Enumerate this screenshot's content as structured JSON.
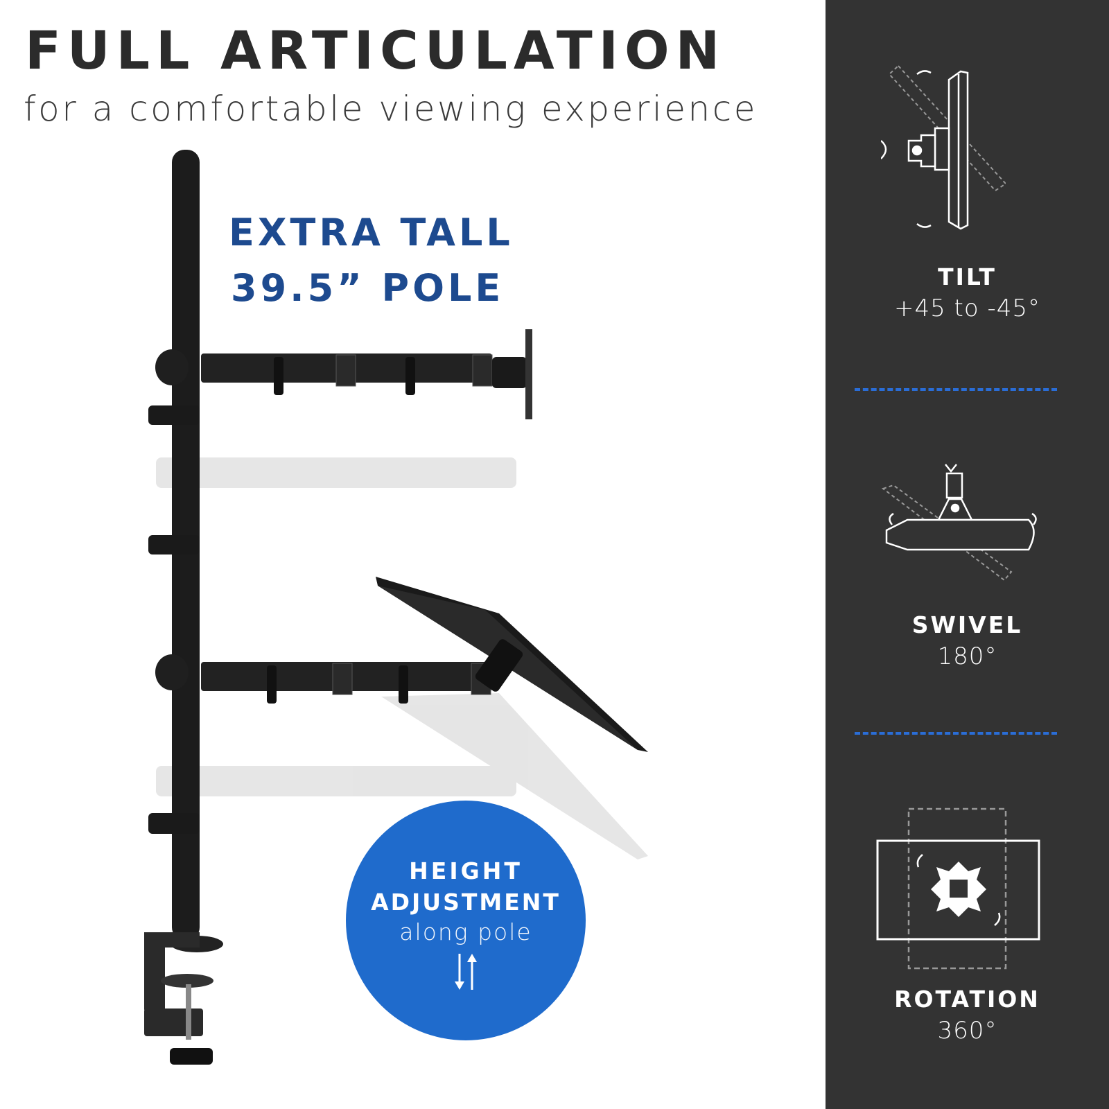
{
  "header": {
    "title": "FULL ARTICULATION",
    "subtitle": "for a comfortable viewing experience"
  },
  "callout": {
    "line1": "EXTRA TALL",
    "line2": "39.5” POLE"
  },
  "height_badge": {
    "line1": "HEIGHT",
    "line2": "ADJUSTMENT",
    "line3": "along pole",
    "icon": "up-down-arrows-icon",
    "color": "#1f6bcc"
  },
  "features": [
    {
      "name": "TILT",
      "value": "+45 to -45°",
      "icon": "tilt-icon"
    },
    {
      "name": "SWIVEL",
      "value": "180°",
      "icon": "swivel-icon"
    },
    {
      "name": "ROTATION",
      "value": "360°",
      "icon": "rotation-icon"
    }
  ],
  "colors": {
    "panel": "#333333",
    "accent": "#2a6dd6",
    "title": "#2b2b2b",
    "callout": "#1d4a8f"
  }
}
